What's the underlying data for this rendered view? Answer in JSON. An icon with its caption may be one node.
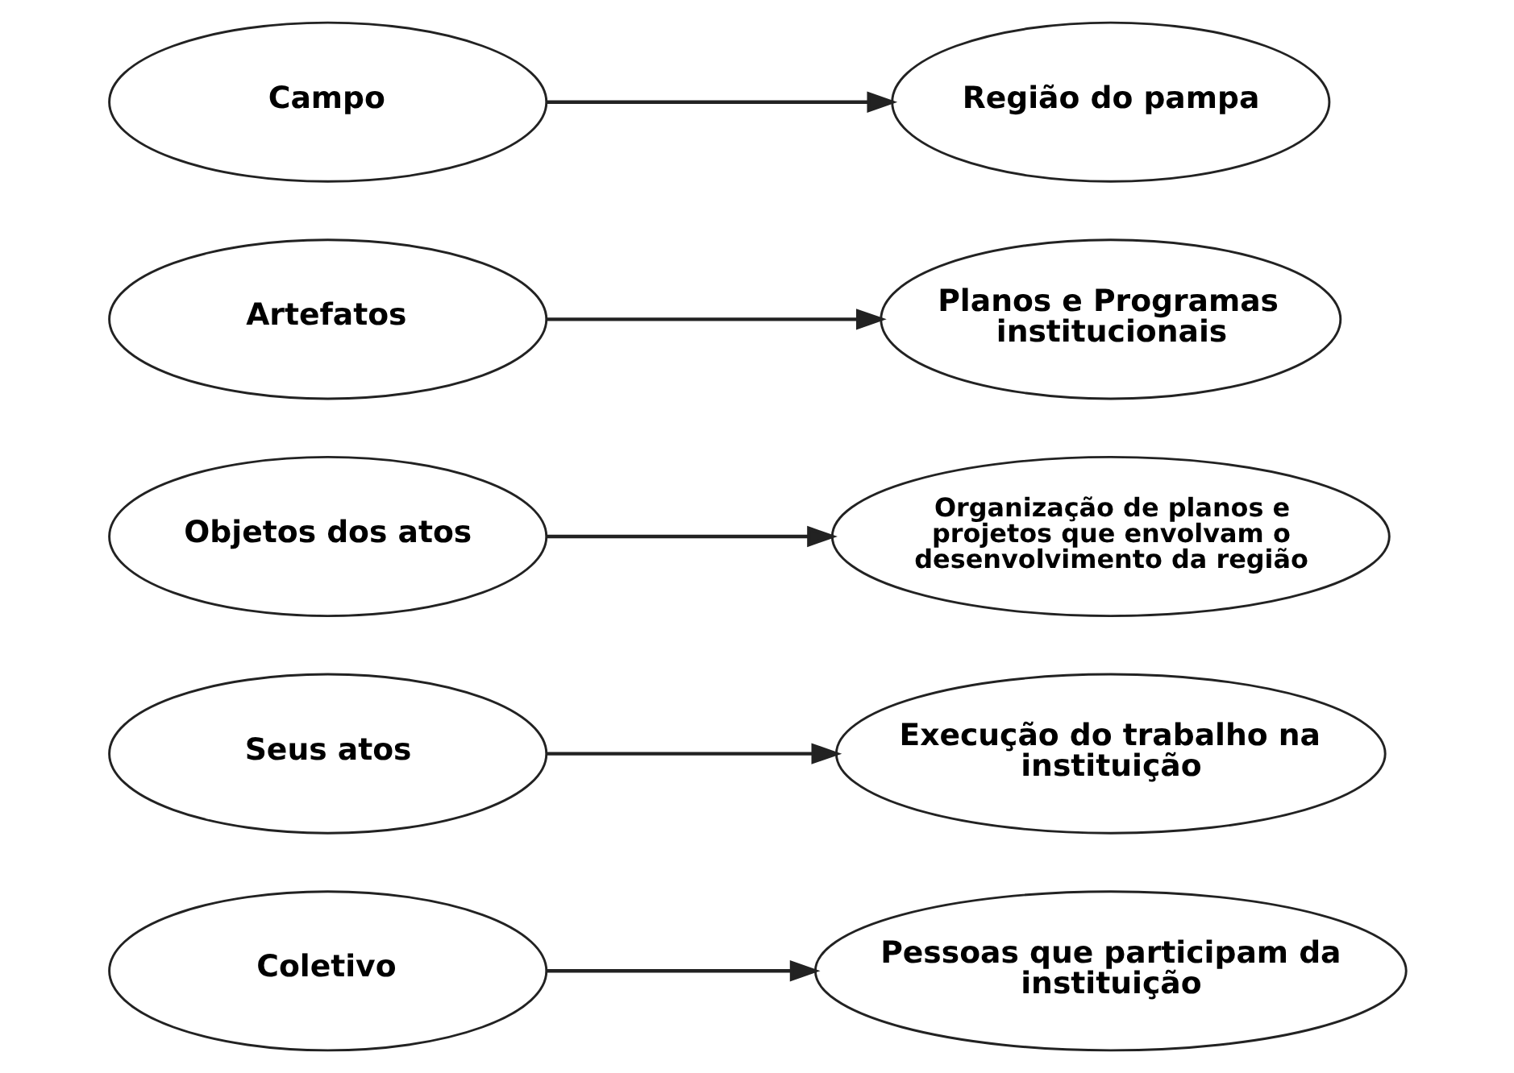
{
  "diagram": {
    "nodes": [
      {
        "text": [
          "Coletivo"
        ]
      },
      {
        "text": [
          "Pessoas que participam da instituição"
        ]
      },
      {
        "text": [
          "Seus atos"
        ]
      },
      {
        "text": [
          "Execução do trabalho na instituição"
        ]
      },
      {
        "text": [
          "Objetos dos atos"
        ]
      },
      {
        "text": [
          "Organização de planos e projetos que envolvam o desenvolvimento da região"
        ]
      },
      {
        "text": [
          "Artefatos"
        ]
      },
      {
        "text": [
          "Planos e Programas institucionais"
        ]
      },
      {
        "text": [
          "Campo"
        ]
      },
      {
        "text": [
          "Região do pampa"
        ]
      }
    ],
    "edges": [
      {
        "from": 0,
        "to": 1,
        "arrow": "to"
      },
      {
        "from": 2,
        "to": 3,
        "arrow": "to"
      },
      {
        "from": 4,
        "to": 5,
        "arrow": "to"
      },
      {
        "from": 6,
        "to": 7,
        "arrow": "to"
      },
      {
        "from": 8,
        "to": 9,
        "arrow": "to"
      }
    ]
  }
}
